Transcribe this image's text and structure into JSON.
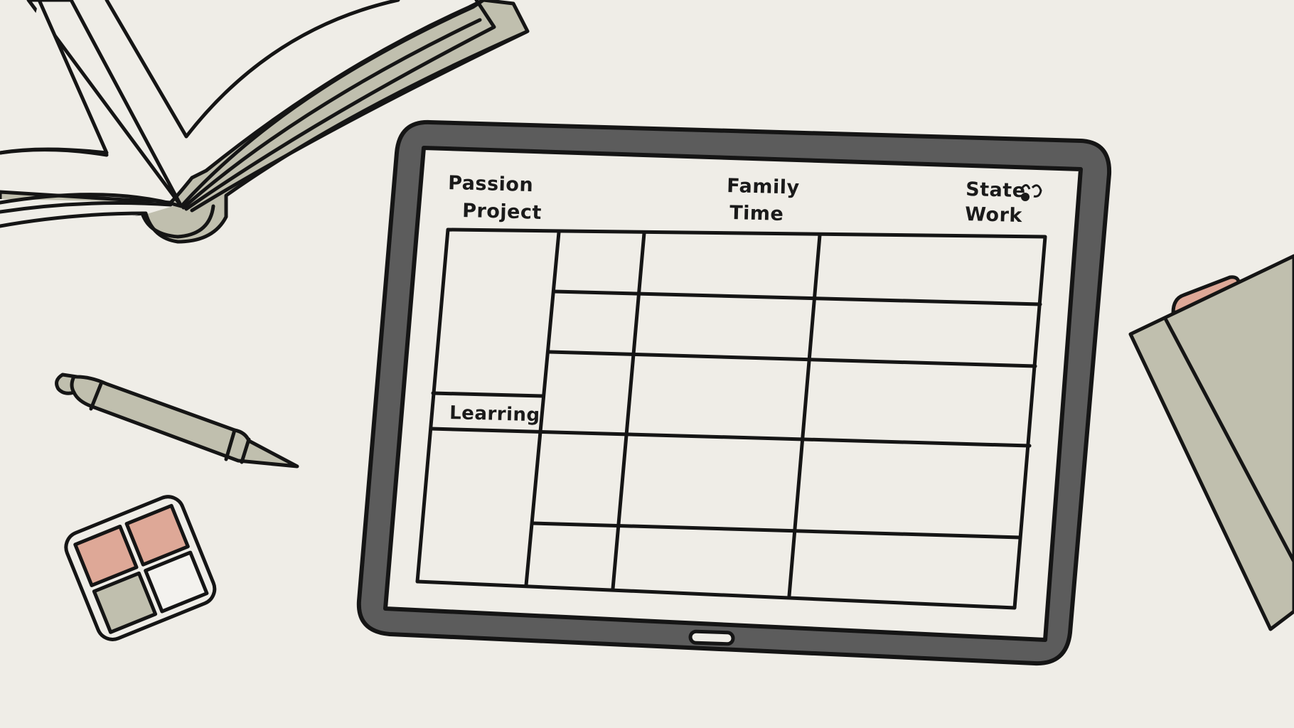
{
  "colors": {
    "background": "#efede7",
    "paper": "#efede7",
    "ink": "#151515",
    "tablet_bezel": "#5c5c5c",
    "sage": "#c0bfae",
    "blush": "#dea897",
    "white": "#f3f2ee"
  },
  "tablet": {
    "headers": {
      "passion_line1": "Passion",
      "passion_line2": "Project",
      "family_line1": "Family",
      "family_line2": "Time",
      "state_line1": "State",
      "state_line2": "Work"
    },
    "row_label": "Learring"
  },
  "objects": {
    "book": "open-book",
    "pen": "pen",
    "palette": "color-palette",
    "notebook": "closed-notebook"
  }
}
